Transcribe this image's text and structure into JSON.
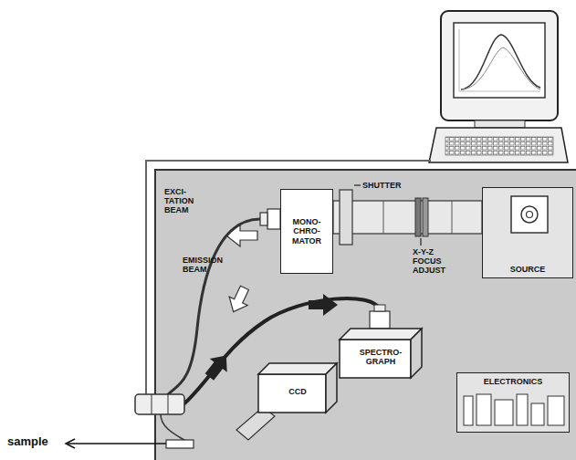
{
  "diagram": {
    "nodes": [
      {
        "text": [
          "MONO- CHRO- MATOR"
        ]
      },
      {
        "text": [
          "SOURCE"
        ]
      },
      {
        "text": [
          "SPECTRO- GRAPH"
        ]
      },
      {
        "text": [
          "CCD"
        ]
      },
      {
        "text": [
          "ELECTRONICS"
        ]
      }
    ],
    "labels": [
      "EXCI- TATION BEAM",
      "SHUTTER",
      "X-Y-Z FOCUS ADJUST",
      "EMISSION BEAM",
      "sample"
    ]
  }
}
